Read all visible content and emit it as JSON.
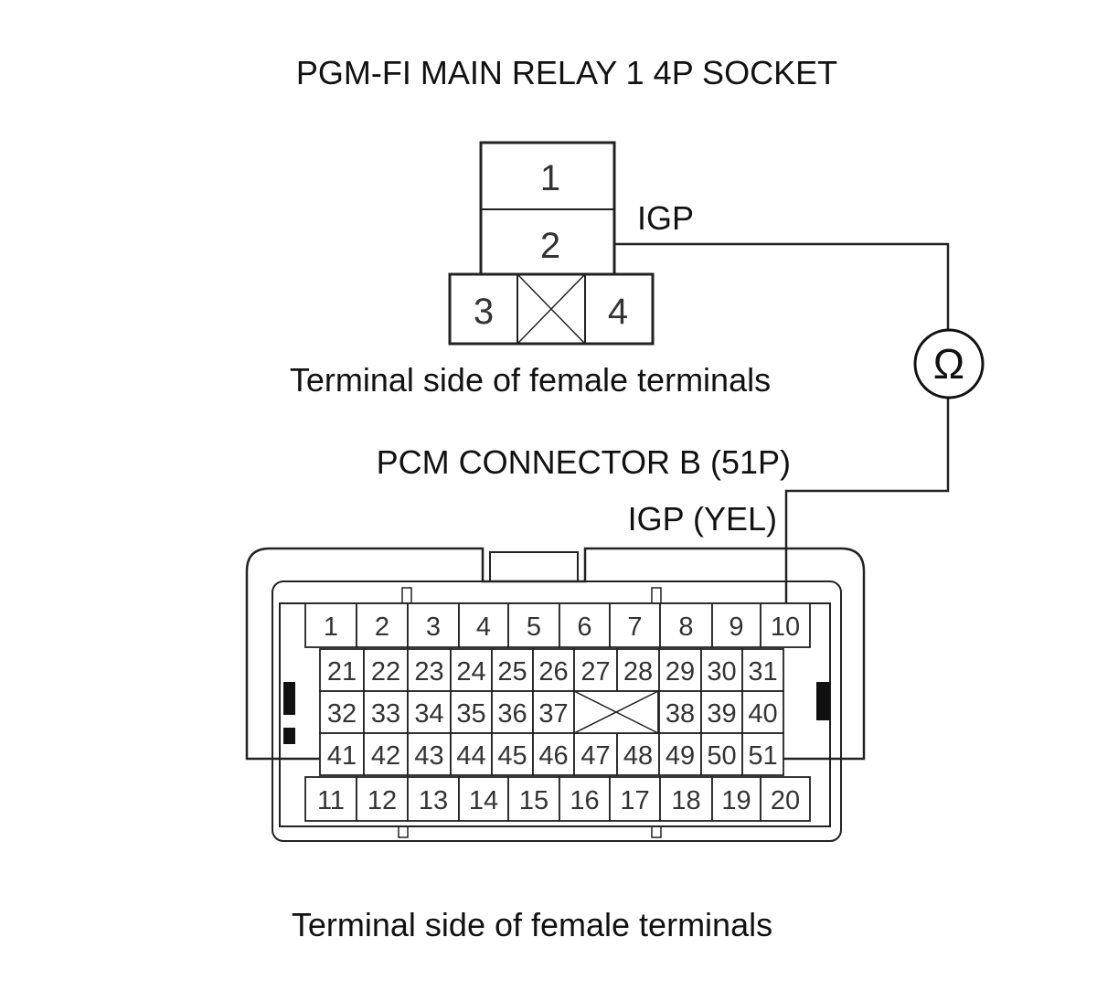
{
  "relay": {
    "title": "PGM-FI MAIN RELAY 1 4P SOCKET",
    "pins": [
      "1",
      "2",
      "3",
      "4"
    ],
    "caption": "Terminal side of female terminals"
  },
  "wire": {
    "relay_label": "IGP",
    "pcm_label": "IGP (YEL)",
    "meter_symbol": "Ω"
  },
  "pcm": {
    "title": "PCM CONNECTOR B (51P)",
    "row1": [
      "1",
      "2",
      "3",
      "4",
      "5",
      "6",
      "7",
      "8",
      "9",
      "10"
    ],
    "row2": [
      "21",
      "22",
      "23",
      "24",
      "25",
      "26",
      "27",
      "28",
      "29",
      "30",
      "31"
    ],
    "row3_left": [
      "32",
      "33",
      "34",
      "35",
      "36",
      "37"
    ],
    "row3_right": [
      "38",
      "39",
      "40"
    ],
    "row4": [
      "41",
      "42",
      "43",
      "44",
      "45",
      "46",
      "47",
      "48",
      "49",
      "50",
      "51"
    ],
    "row5": [
      "11",
      "12",
      "13",
      "14",
      "15",
      "16",
      "17",
      "18",
      "19",
      "20"
    ],
    "caption": "Terminal side of female terminals"
  },
  "colors": {
    "line": "#222222",
    "text": "#111111",
    "pin_text": "#333333"
  }
}
